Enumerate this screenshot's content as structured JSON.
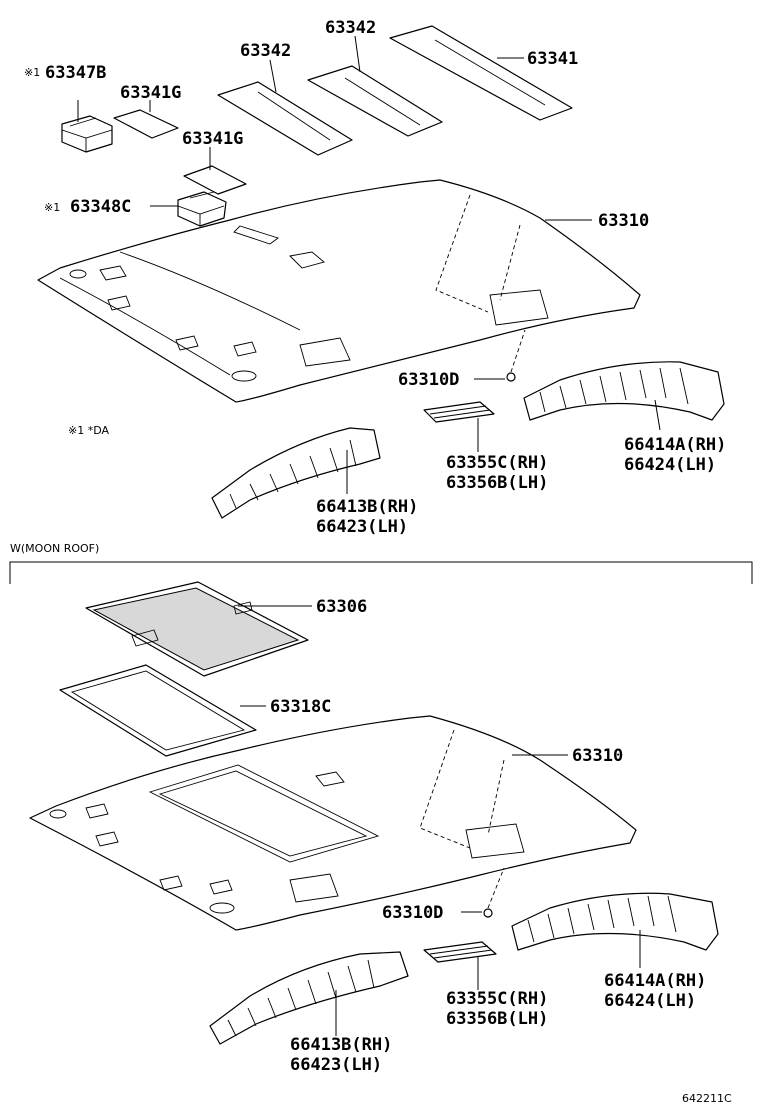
{
  "labels": {
    "p63347B": "63347B",
    "p63341G_a": "63341G",
    "p63342_a": "63342",
    "p63342_b": "63342",
    "p63341": "63341",
    "p63341G_b": "63341G",
    "p63348C": "63348C",
    "p63310_top": "63310",
    "p63310D_top": "63310D",
    "p66414A_top": "66414A(RH)",
    "p66424_top": "66424(LH)",
    "p63355C_top": "63355C(RH)",
    "p63356B_top": "63356B(LH)",
    "p66413B_top": "66413B(RH)",
    "p66423_top": "66423(LH)",
    "p63306": "63306",
    "p63318C": "63318C",
    "p63310_bot": "63310",
    "p63310D_bot": "63310D",
    "p66414A_bot": "66414A(RH)",
    "p66424_bot": "66424(LH)",
    "p63355C_bot": "63355C(RH)",
    "p63356B_bot": "63356B(LH)",
    "p66413B_bot": "66413B(RH)",
    "p66423_bot": "66423(LH)"
  },
  "notes": {
    "mark1": "※1",
    "mark2": "※1",
    "footnote": "※1 *DA",
    "section_title": "W(MOON ROOF)",
    "drawing_number": "642211C"
  }
}
